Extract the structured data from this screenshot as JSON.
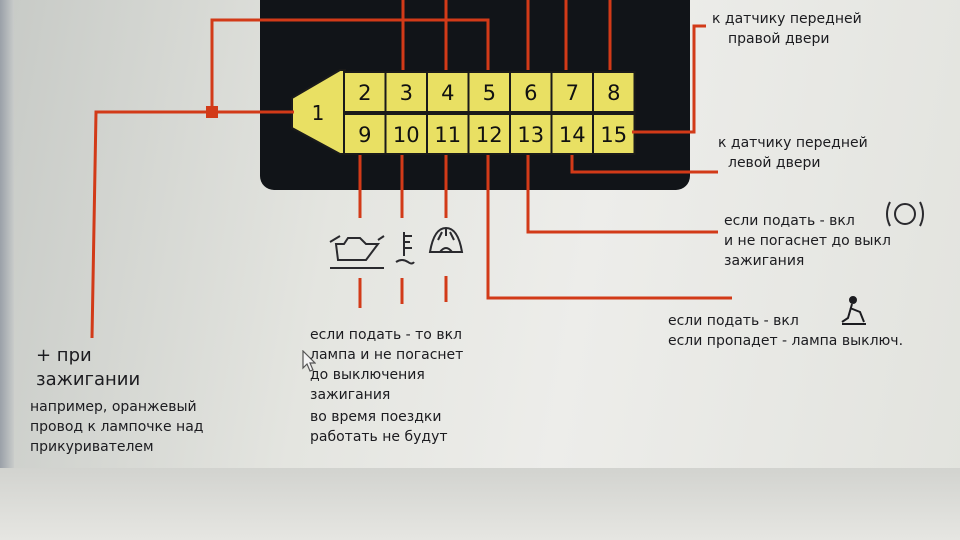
{
  "pins_top": [
    "2",
    "3",
    "4",
    "5",
    "6",
    "7",
    "8"
  ],
  "pins_bottom": [
    "9",
    "10",
    "11",
    "12",
    "13",
    "14",
    "15"
  ],
  "pin_one": "1",
  "colors": {
    "wire": "#d23a18",
    "connector": "#111418",
    "pin_fill": "#e9e063",
    "pin_border": "#1a1a1a",
    "background": "#e6e6e1",
    "text": "#1c1c20"
  },
  "icons": [
    "oil-pressure-icon",
    "coolant-temperature-icon",
    "washer-fluid-icon",
    "brake-warning-icon",
    "seatbelt-icon"
  ],
  "labels": {
    "front_right_door": [
      "к датчику передней",
      "правой двери"
    ],
    "front_left_door": [
      "к датчику передней",
      "левой двери"
    ],
    "brake_note": [
      "если подать - вкл",
      "и не погаснет до выкл",
      "зажигания"
    ],
    "seatbelt_note": [
      "если подать - вкл",
      "если пропадет - лампа выключ."
    ],
    "warning_note": [
      "если подать - то вкл",
      "лампа и не погаснет",
      "до выключения",
      "зажигания",
      "во время поездки",
      "работать не будут"
    ],
    "ignition_title": [
      "+ при",
      "зажигании"
    ],
    "ignition_note": [
      "например, оранжевый",
      "провод к лампочке над",
      "прикуривателем"
    ]
  }
}
